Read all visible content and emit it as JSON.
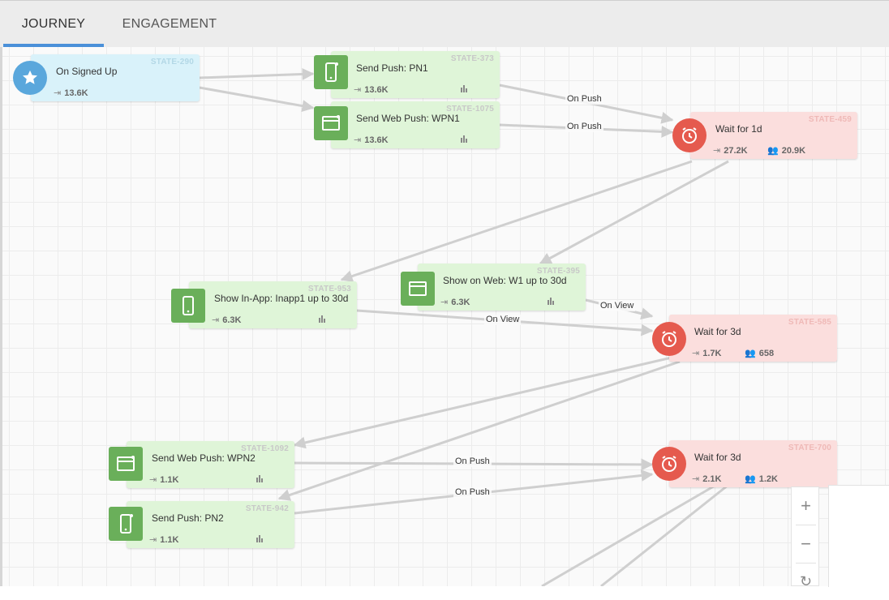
{
  "tabs": [
    {
      "label": "JOURNEY",
      "active": true
    },
    {
      "label": "ENGAGEMENT",
      "active": false
    }
  ],
  "nodes": {
    "signed_up": {
      "id": "STATE-290",
      "title": "On Signed Up",
      "entered": "13.6K",
      "icon": "star-icon",
      "color": "#5aa7dc"
    },
    "push_pn1": {
      "id": "STATE-373",
      "title": "Send Push: PN1",
      "entered": "13.6K",
      "icon": "mobile-icon"
    },
    "webpush_wpn1": {
      "id": "STATE-1075",
      "title": "Send Web Push: WPN1",
      "entered": "13.6K",
      "icon": "browser-icon"
    },
    "wait_1d": {
      "id": "STATE-459",
      "title": "Wait for 1d",
      "entered": "27.2K",
      "waiting": "20.9K",
      "icon": "clock-icon",
      "color": "#e55a4e"
    },
    "show_web_w1": {
      "id": "STATE-395",
      "title": "Show on Web: W1 up to 30d",
      "entered": "6.3K",
      "icon": "browser-icon"
    },
    "inapp_1": {
      "id": "STATE-953",
      "title": "Show In-App: Inapp1 up to 30d",
      "entered": "6.3K",
      "icon": "mobile-icon"
    },
    "wait_3d_a": {
      "id": "STATE-585",
      "title": "Wait for 3d",
      "entered": "1.7K",
      "waiting": "658",
      "icon": "clock-icon",
      "color": "#e55a4e"
    },
    "webpush_wpn2": {
      "id": "STATE-1092",
      "title": "Send Web Push: WPN2",
      "entered": "1.1K",
      "icon": "browser-icon"
    },
    "push_pn2": {
      "id": "STATE-942",
      "title": "Send Push: PN2",
      "entered": "1.1K",
      "icon": "mobile-icon"
    },
    "wait_3d_b": {
      "id": "STATE-700",
      "title": "Wait for 3d",
      "entered": "2.1K",
      "waiting": "1.2K",
      "icon": "clock-icon",
      "color": "#e55a4e"
    }
  },
  "edge_labels": {
    "push1": "On Push",
    "push2": "On Push",
    "view1": "On View",
    "view2": "On View",
    "push3": "On Push",
    "push4": "On Push"
  },
  "zoom": {
    "plus": "+",
    "minus": "−",
    "reset": "↻"
  },
  "colors": {
    "accent": "#4a90d9",
    "green_node": "#dff5d8",
    "green_icon": "#6aaf5a",
    "red_node": "#fbdedd",
    "blue_node": "#d9f2fa"
  }
}
